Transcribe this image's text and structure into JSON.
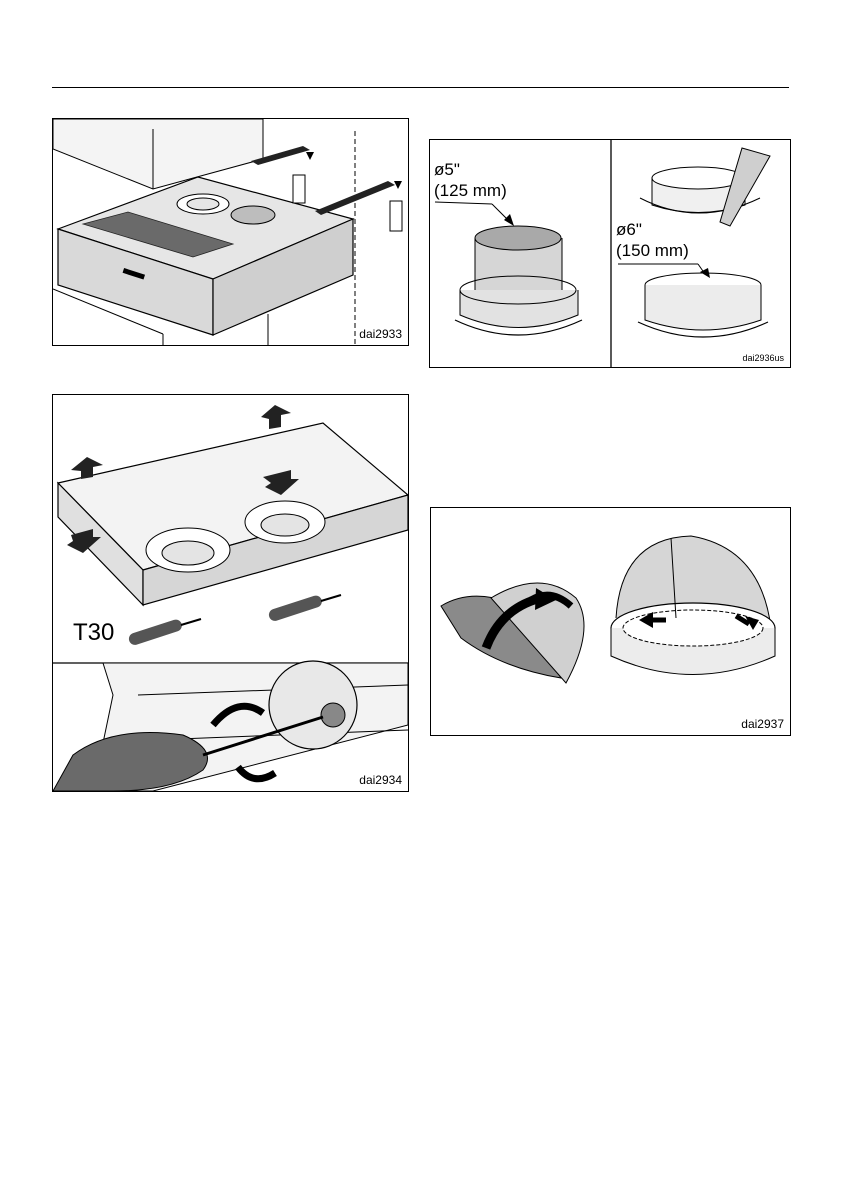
{
  "figures": {
    "fig1": {
      "code": "dai2933"
    },
    "fig2": {
      "code": "dai2934",
      "tool": "T30"
    },
    "fig3": {
      "code": "dai2936us",
      "small_dia": "ø5\"",
      "small_mm": "(125 mm)",
      "large_dia": "ø6\"",
      "large_mm": "(150 mm)"
    },
    "fig4": {
      "code": "dai2937"
    }
  },
  "colors": {
    "line": "#000000",
    "fill_light": "#ededed",
    "fill_mid": "#c8c8c8",
    "fill_dark": "#8a8a8a"
  }
}
